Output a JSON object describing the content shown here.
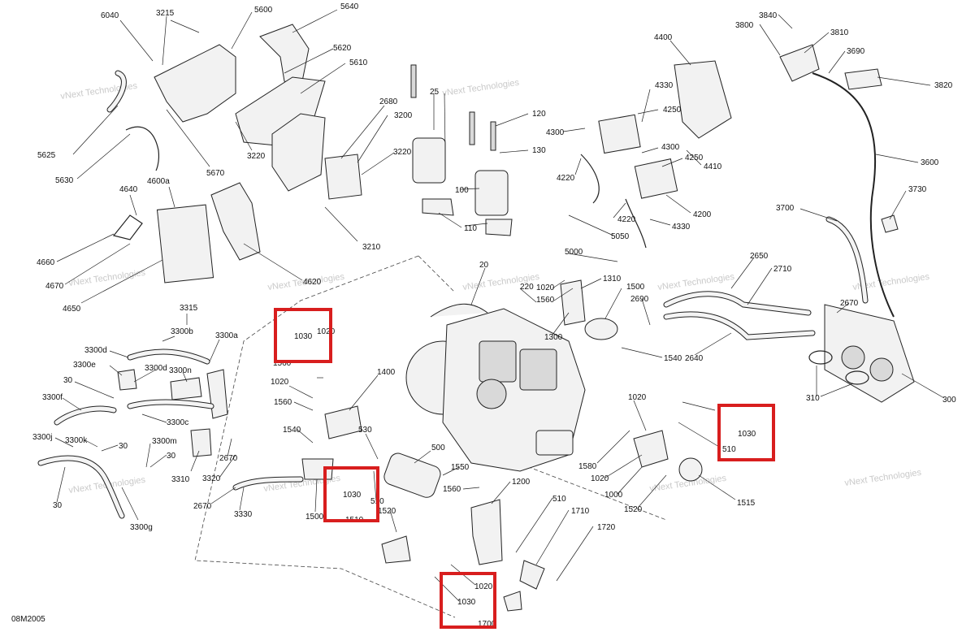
{
  "diagram_code": "08M2005",
  "watermark": "vNext Technologies",
  "highlight_color": "#d81e1e",
  "callouts": {
    "c6040": "6040",
    "c3215": "3215",
    "c5600": "5600",
    "c5640": "5640",
    "c5620": "5620",
    "c5610": "5610",
    "c5625": "5625",
    "c5630": "5630",
    "c5670": "5670",
    "c3220a": "3220",
    "c2680": "2680",
    "c3200": "3200",
    "c3220b": "3220",
    "c3210": "3210",
    "c25": "25",
    "c120": "120",
    "c130": "130",
    "c100": "100",
    "c110": "110",
    "c4640": "4640",
    "c4600a": "4600a",
    "c4660": "4660",
    "c4670": "4670",
    "c4650": "4650",
    "c4620": "4620",
    "c4400": "4400",
    "c4330a": "4330",
    "c4250a": "4250",
    "c4300a": "4300",
    "c4220a": "4220",
    "c4300b": "4300",
    "c4250b": "4250",
    "c4410": "4410",
    "c4220b": "4220",
    "c4200": "4200",
    "c4330b": "4330",
    "c5050": "5050",
    "c5000": "5000",
    "c3800": "3800",
    "c3840": "3840",
    "c3810": "3810",
    "c3690": "3690",
    "c3820": "3820",
    "c3600": "3600",
    "c3730": "3730",
    "c3700": "3700",
    "c20": "20",
    "c220": "220",
    "c1020a": "1020",
    "c1560a": "1560",
    "c1310": "1310",
    "c1500a": "1500",
    "c2690": "2690",
    "c2650": "2650",
    "c2710": "2710",
    "c2670a": "2670",
    "c1300": "1300",
    "c1540a": "1540",
    "c2640": "2640",
    "c310": "310",
    "c300": "300",
    "c3315": "3315",
    "c3300b": "3300b",
    "c3300a": "3300a",
    "c3300d": "3300d",
    "c3300e": "3300e",
    "c3300d2": "3300d",
    "c3300n": "3300n",
    "c30a": "30",
    "c3300f": "3300f",
    "c3300c": "3300c",
    "c3300j": "3300j",
    "c3300k": "3300k",
    "c30b": "30",
    "c3300m": "3300m",
    "c30c": "30",
    "c2670b": "2670",
    "c3310": "3310",
    "c3320": "3320",
    "c2670c": "2670",
    "c3330": "3330",
    "c30d": "30",
    "c3300g": "3300g",
    "c1030a": "1030",
    "c1020b": "1020",
    "c1560b": "1560",
    "c1020c": "1020",
    "c1560c": "1560",
    "c1540b": "1540",
    "c1400": "1400",
    "c530": "530",
    "c500": "500",
    "c1030b": "1030",
    "c510a": "510",
    "c1500b": "1500",
    "c1510": "1510",
    "c1520a": "1520",
    "c1550": "1550",
    "c1560d": "1560",
    "c1200": "1200",
    "c510b": "510",
    "c1710": "1710",
    "c1720": "1720",
    "c1020d": "1020",
    "c1030c": "1030",
    "c1700": "1700",
    "c1020e": "1020",
    "c1030d": "1030",
    "c510c": "510",
    "c1580": "1580",
    "c1020f": "1020",
    "c1000": "1000",
    "c1520b": "1520",
    "c1515": "1515"
  }
}
